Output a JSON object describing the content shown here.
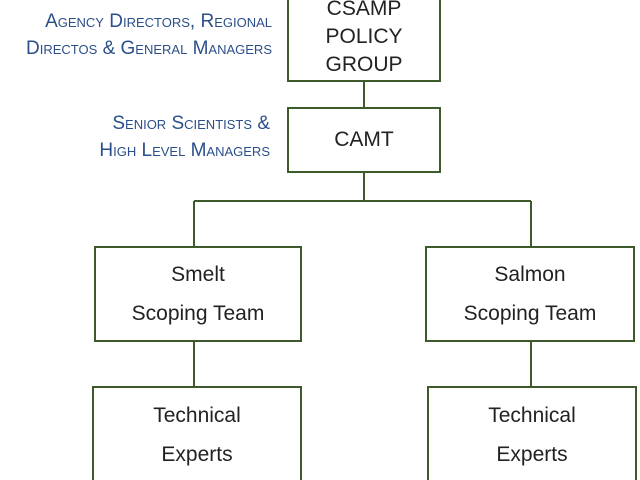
{
  "labels": {
    "directors": {
      "line1": "Agency Directors, Regional",
      "line2": "Directos & General Managers"
    },
    "scientists": {
      "line1": "Senior Scientists &",
      "line2": "High Level Managers"
    }
  },
  "boxes": {
    "policy_group": {
      "line1": "CSAMP",
      "line2": "POLICY",
      "line3": "GROUP"
    },
    "camt": {
      "line1": "CAMT"
    },
    "smelt": {
      "line1": "Smelt",
      "line2": "Scoping Team"
    },
    "salmon": {
      "line1": "Salmon",
      "line2": "Scoping Team"
    },
    "tech_left": {
      "line1": "Technical",
      "line2": "Experts"
    },
    "tech_right": {
      "line1": "Technical",
      "line2": "Experts"
    }
  },
  "colors": {
    "box_border": "#3d5a2a",
    "connector": "#3d5a2a",
    "label_text": "#2b4f8a",
    "box_text": "#222222"
  }
}
